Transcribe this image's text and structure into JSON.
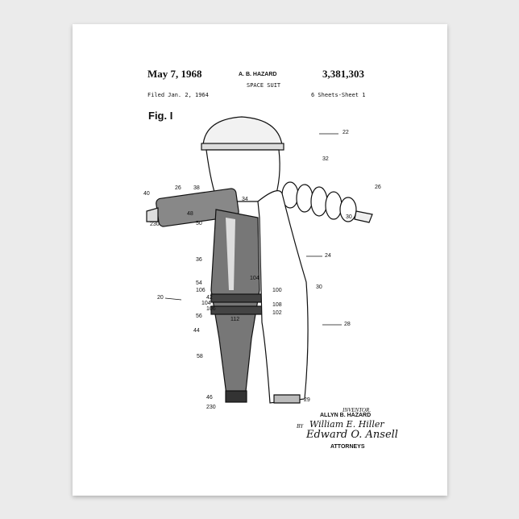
{
  "header": {
    "date": "May 7, 1968",
    "inventor_short": "A. B. HAZARD",
    "patent_number": "3,381,303",
    "title": "SPACE SUIT",
    "filed": "Filed Jan. 2, 1964",
    "sheets": "6 Sheets-Sheet 1"
  },
  "figure_label": "Fig. I",
  "reference_numerals": [
    "22",
    "32",
    "26",
    "38",
    "40",
    "34",
    "26",
    "230",
    "48",
    "50",
    "30",
    "36",
    "24",
    "104",
    "54",
    "106",
    "100",
    "30",
    "20",
    "42",
    "104",
    "106",
    "108",
    "102",
    "56",
    "112",
    "28",
    "44",
    "58",
    "46",
    "230",
    "29"
  ],
  "signature_block": {
    "inventor_label": "INVENTOR.",
    "inventor_name": "ALLYN B. HAZARD",
    "by": "BY",
    "signature_1": "William E. Hiller",
    "signature_2": "Edward O. Ansell",
    "attorneys": "ATTORNEYS"
  }
}
